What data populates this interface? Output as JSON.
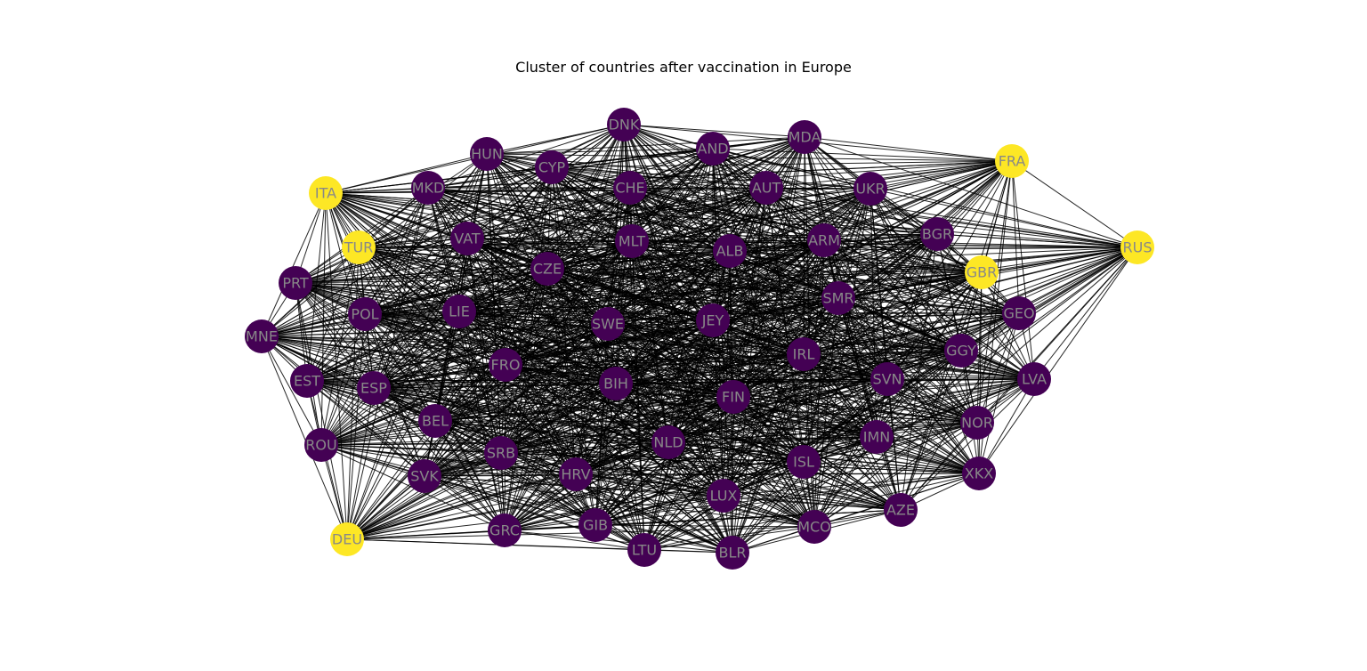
{
  "title": "Cluster of countries after vaccination in Europe",
  "colors": {
    "cluster_0": "#440154",
    "cluster_1": "#fde725",
    "edge": "#000000",
    "label": "#888888",
    "background": "#ffffff"
  },
  "chart_data": {
    "type": "network",
    "title": "Cluster of countries after vaccination in Europe",
    "edges": "near-complete graph; nearly every pair of countries is connected",
    "nodes": [
      {
        "id": "DNK",
        "cluster": 0
      },
      {
        "id": "MDA",
        "cluster": 0
      },
      {
        "id": "AND",
        "cluster": 0
      },
      {
        "id": "HUN",
        "cluster": 0
      },
      {
        "id": "CYP",
        "cluster": 0
      },
      {
        "id": "FRA",
        "cluster": 1
      },
      {
        "id": "ITA",
        "cluster": 1
      },
      {
        "id": "MKD",
        "cluster": 0
      },
      {
        "id": "CHE",
        "cluster": 0
      },
      {
        "id": "AUT",
        "cluster": 0
      },
      {
        "id": "UKR",
        "cluster": 0
      },
      {
        "id": "TUR",
        "cluster": 1
      },
      {
        "id": "VAT",
        "cluster": 0
      },
      {
        "id": "MLT",
        "cluster": 0
      },
      {
        "id": "ARM",
        "cluster": 0
      },
      {
        "id": "BGR",
        "cluster": 0
      },
      {
        "id": "RUS",
        "cluster": 1
      },
      {
        "id": "ALB",
        "cluster": 0
      },
      {
        "id": "CZE",
        "cluster": 0
      },
      {
        "id": "GBR",
        "cluster": 1
      },
      {
        "id": "PRT",
        "cluster": 0
      },
      {
        "id": "SMR",
        "cluster": 0
      },
      {
        "id": "POL",
        "cluster": 0
      },
      {
        "id": "LIE",
        "cluster": 0
      },
      {
        "id": "GEO",
        "cluster": 0
      },
      {
        "id": "SWE",
        "cluster": 0
      },
      {
        "id": "JEY",
        "cluster": 0
      },
      {
        "id": "MNE",
        "cluster": 0
      },
      {
        "id": "GGY",
        "cluster": 0
      },
      {
        "id": "IRL",
        "cluster": 0
      },
      {
        "id": "FRO",
        "cluster": 0
      },
      {
        "id": "EST",
        "cluster": 0
      },
      {
        "id": "ESP",
        "cluster": 0
      },
      {
        "id": "BIH",
        "cluster": 0
      },
      {
        "id": "SVN",
        "cluster": 0
      },
      {
        "id": "LVA",
        "cluster": 0
      },
      {
        "id": "FIN",
        "cluster": 0
      },
      {
        "id": "BEL",
        "cluster": 0
      },
      {
        "id": "NOR",
        "cluster": 0
      },
      {
        "id": "IMN",
        "cluster": 0
      },
      {
        "id": "ROU",
        "cluster": 0
      },
      {
        "id": "NLD",
        "cluster": 0
      },
      {
        "id": "SRB",
        "cluster": 0
      },
      {
        "id": "ISL",
        "cluster": 0
      },
      {
        "id": "SVK",
        "cluster": 0
      },
      {
        "id": "HRV",
        "cluster": 0
      },
      {
        "id": "XKX",
        "cluster": 0
      },
      {
        "id": "LUX",
        "cluster": 0
      },
      {
        "id": "AZE",
        "cluster": 0
      },
      {
        "id": "GIB",
        "cluster": 0
      },
      {
        "id": "GRC",
        "cluster": 0
      },
      {
        "id": "MCO",
        "cluster": 0
      },
      {
        "id": "DEU",
        "cluster": 1
      },
      {
        "id": "LTU",
        "cluster": 0
      },
      {
        "id": "BLR",
        "cluster": 0
      }
    ]
  }
}
